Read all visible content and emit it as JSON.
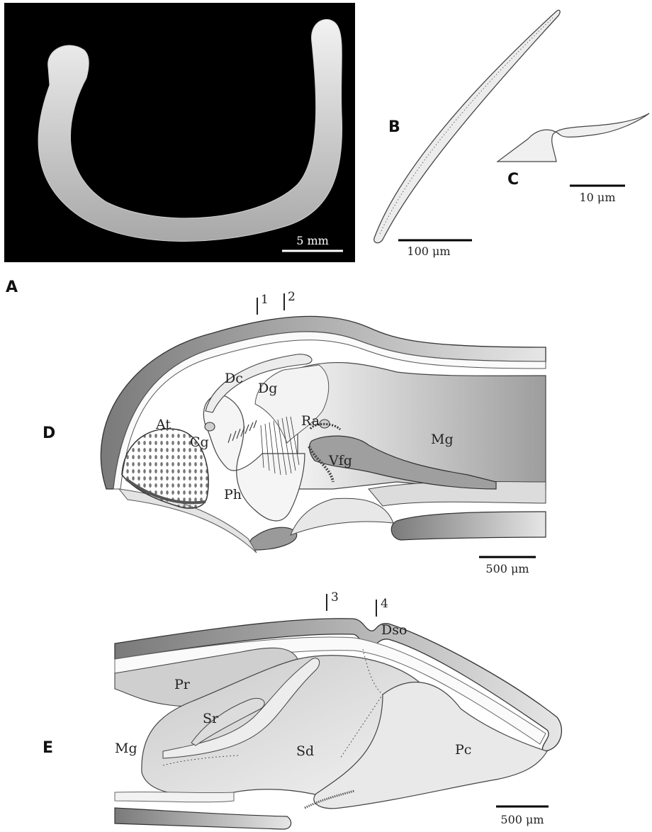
{
  "panels": {
    "A": "A",
    "B": "B",
    "C": "C",
    "D": "D",
    "E": "E"
  },
  "scale_bars": {
    "A": "5 mm",
    "B": "100 μm",
    "C": "10 μm",
    "D": "500 μm",
    "E": "500  μm"
  },
  "section_marks": {
    "s1": "1",
    "s2": "2",
    "s3": "3",
    "s4": "4"
  },
  "labels_D": {
    "dc": "Dc",
    "dg": "Dg",
    "at": "At",
    "cg": "Cg",
    "ra": "Ra",
    "mg": "Mg",
    "vfg": "Vfg",
    "ph": "Ph"
  },
  "labels_E": {
    "dso": "Dso",
    "pr": "Pr",
    "sr": "Sr",
    "mg": "Mg",
    "sd": "Sd",
    "pc": "Pc"
  },
  "colors": {
    "photo_bg": "#000000",
    "worm": "#d9d9d9",
    "tissue_light": "#f0f0f0",
    "tissue_mid": "#d4d4d4",
    "tissue_dark": "#9a9a9a",
    "outline": "#333333"
  }
}
